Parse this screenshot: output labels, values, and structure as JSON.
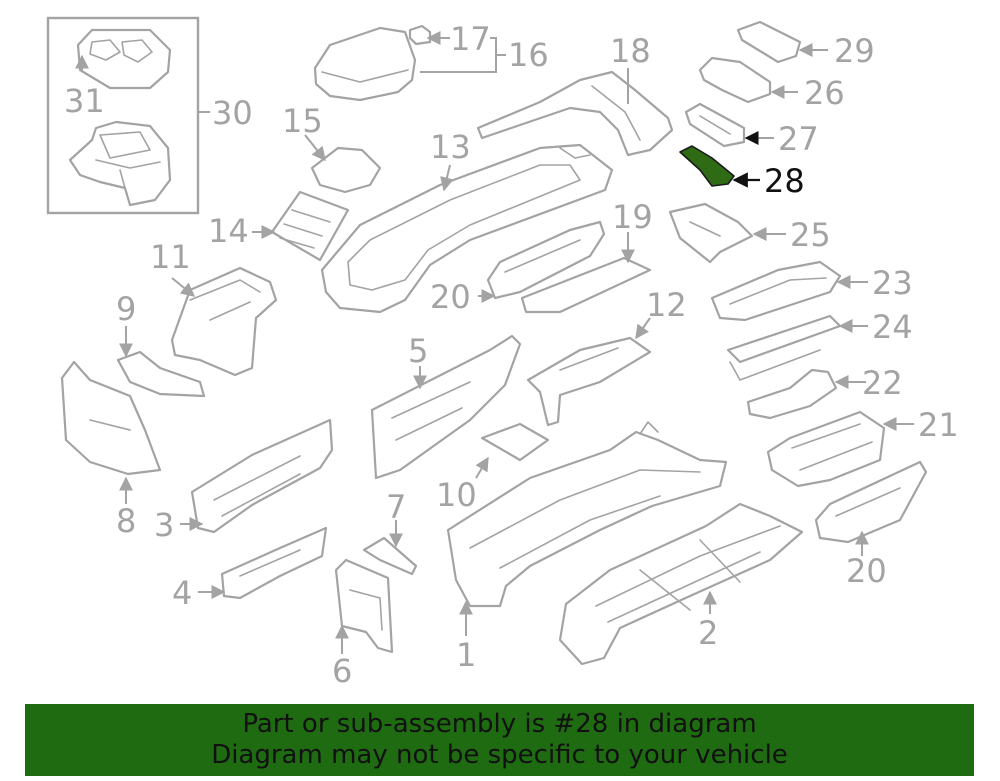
{
  "diagram": {
    "highlighted_callout": "28",
    "highlight_color": "#2e6b14",
    "callouts": {
      "c1": "1",
      "c2": "2",
      "c3": "3",
      "c4": "4",
      "c5": "5",
      "c6": "6",
      "c7": "7",
      "c8": "8",
      "c9": "9",
      "c10": "10",
      "c11": "11",
      "c12": "12",
      "c13": "13",
      "c14": "14",
      "c15": "15",
      "c16": "16",
      "c17": "17",
      "c18": "18",
      "c19": "19",
      "c20a": "20",
      "c20b": "20",
      "c21": "21",
      "c22": "22",
      "c23": "23",
      "c24": "24",
      "c25": "25",
      "c26": "26",
      "c27": "27",
      "c28": "28",
      "c29": "29",
      "c30": "30",
      "c31": "31"
    }
  },
  "banner": {
    "line1": "Part or sub-assembly is #28 in diagram",
    "line2": "Diagram may not be specific to your vehicle",
    "background": "#1f6b12"
  }
}
